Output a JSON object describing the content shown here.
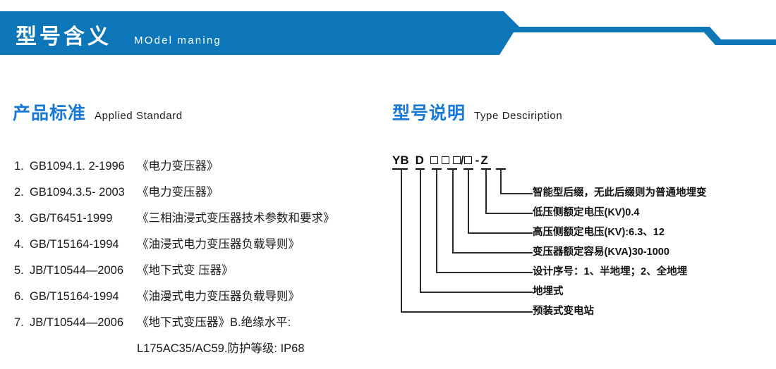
{
  "banner": {
    "title": "型号含义",
    "subtitle": "MOdel maning",
    "color": "#0d76b8"
  },
  "sections": {
    "standard": {
      "cn": "产品标准",
      "en": "Applied Standard",
      "accent": "#1878d8"
    },
    "type": {
      "cn": "型号说明",
      "en": "Type Desciription",
      "accent": "#1878d8"
    }
  },
  "standards": [
    {
      "no": "1.",
      "code": "GB1094.1. 2-1996",
      "name": "《电力变压器》"
    },
    {
      "no": "2.",
      "code": "GB1094.3.5- 2003",
      "name": "《电力变压器》"
    },
    {
      "no": "3.",
      "code": "GB/T6451-1999",
      "name": "《三相油浸式变压器技术参数和要求》"
    },
    {
      "no": "4.",
      "code": "GB/T15164-1994",
      "name": "《油浸式电力变压器负载导则》"
    },
    {
      "no": "5.",
      "code": "JB/T10544—2006",
      "name": "《地下式变 压器》"
    },
    {
      "no": "6.",
      "code": "GB/T15164-1994",
      "name": "《油漫式电力变压器负载导则》"
    },
    {
      "no": "7.",
      "code": "JB/T10544—2006",
      "name": "《地下式变压器》B.绝缘水平:"
    },
    {
      "no": "",
      "code": "",
      "name": "L175AC35/AC59.防护等级: IP68",
      "continuation": true
    }
  ],
  "type_code": {
    "tokens": [
      "YB",
      "D",
      "□",
      "□",
      "□",
      "/",
      "□",
      "-",
      "Z"
    ],
    "display": "YB D □□□/□ -Z"
  },
  "type_labels": [
    {
      "text": "智能型后缀，无此后缀则为普通地埋变"
    },
    {
      "text": "低压侧额定电压(KV)0.4"
    },
    {
      "text": "高压侧额定电压(KV):6.3、12"
    },
    {
      "text": "变压器额定容易(KVA)30-1000"
    },
    {
      "text": "设计序号：1、半地埋；2、全地埋"
    },
    {
      "text": "地埋式"
    },
    {
      "text": "预装式变电站"
    }
  ]
}
